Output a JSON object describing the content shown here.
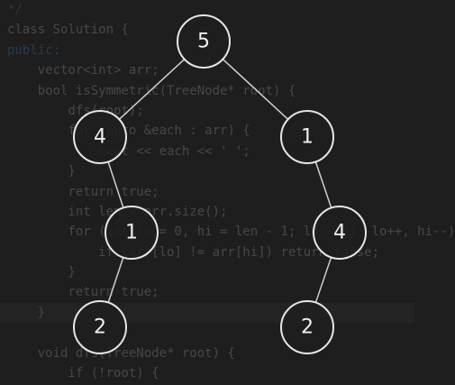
{
  "code_lines": [
    {
      "text": "*/",
      "cls": "cm"
    },
    {
      "text": "class Solution {",
      "cls": ""
    },
    {
      "text": "public:",
      "cls": "kw"
    },
    {
      "text": "    vector<int> arr;",
      "cls": ""
    },
    {
      "text": "    bool isSymmetric(TreeNode* root) {",
      "cls": ""
    },
    {
      "text": "        dfs(root);",
      "cls": ""
    },
    {
      "text": "        for (auto &each : arr) {",
      "cls": ""
    },
    {
      "text": "            cout << each << ' ';",
      "cls": ""
    },
    {
      "text": "        }",
      "cls": ""
    },
    {
      "text": "        return true;",
      "cls": ""
    },
    {
      "text": "        int len = arr.size();",
      "cls": ""
    },
    {
      "text": "        for (int lo = 0, hi = len - 1; lo < hi; lo++, hi--)",
      "cls": ""
    },
    {
      "text": "            if (arr[lo] != arr[hi]) return false;",
      "cls": ""
    },
    {
      "text": "        }",
      "cls": ""
    },
    {
      "text": "        return true;",
      "cls": ""
    },
    {
      "text": "    }",
      "cls": "hl"
    },
    {
      "text": "",
      "cls": ""
    },
    {
      "text": "    void dfs(TreeNode* root) {",
      "cls": ""
    },
    {
      "text": "        if (!root) {",
      "cls": ""
    }
  ],
  "tree": {
    "nodes": [
      {
        "id": "root",
        "value": "5"
      },
      {
        "id": "l",
        "value": "4"
      },
      {
        "id": "r",
        "value": "1"
      },
      {
        "id": "lr",
        "value": "1"
      },
      {
        "id": "rl",
        "value": "4"
      },
      {
        "id": "lrl",
        "value": "2"
      },
      {
        "id": "rll",
        "value": "2"
      }
    ],
    "edges": [
      [
        "root",
        "l"
      ],
      [
        "root",
        "r"
      ],
      [
        "l",
        "lr"
      ],
      [
        "r",
        "rl"
      ],
      [
        "lr",
        "lrl"
      ],
      [
        "rl",
        "rll"
      ]
    ]
  }
}
